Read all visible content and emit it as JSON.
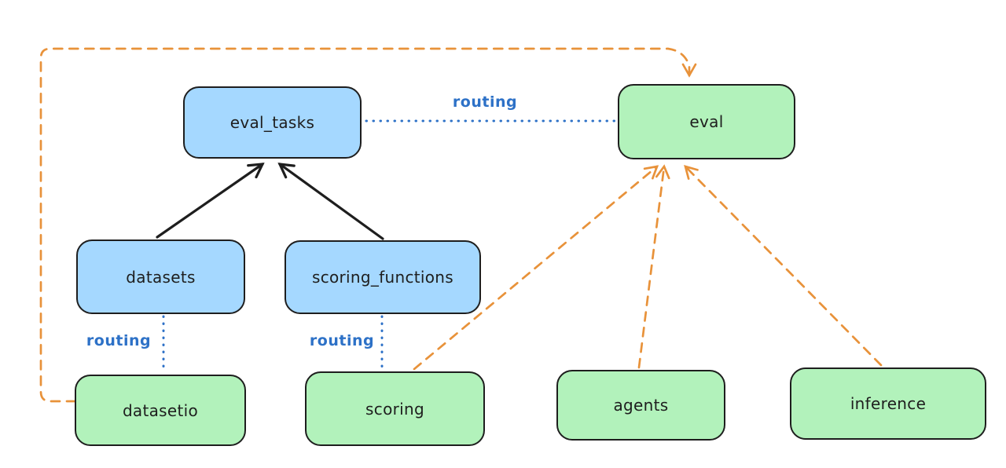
{
  "diagram": {
    "type": "architecture-diagram",
    "nodes": [
      {
        "id": "eval_tasks",
        "label": "eval_tasks",
        "color": "blue"
      },
      {
        "id": "eval",
        "label": "eval",
        "color": "green"
      },
      {
        "id": "datasets",
        "label": "datasets",
        "color": "blue"
      },
      {
        "id": "scoring_functions",
        "label": "scoring_functions",
        "color": "blue"
      },
      {
        "id": "datasetio",
        "label": "datasetio",
        "color": "green"
      },
      {
        "id": "scoring",
        "label": "scoring",
        "color": "green"
      },
      {
        "id": "agents",
        "label": "agents",
        "color": "green"
      },
      {
        "id": "inference",
        "label": "inference",
        "color": "green"
      }
    ],
    "edges": [
      {
        "from": "datasets",
        "to": "eval_tasks",
        "style": "solid-black-arrow"
      },
      {
        "from": "scoring_functions",
        "to": "eval_tasks",
        "style": "solid-black-arrow"
      },
      {
        "from": "eval_tasks",
        "to": "eval",
        "style": "dotted-blue",
        "label": "routing"
      },
      {
        "from": "datasets",
        "to": "datasetio",
        "style": "dotted-blue",
        "label": "routing"
      },
      {
        "from": "scoring_functions",
        "to": "scoring",
        "style": "dotted-blue",
        "label": "routing"
      },
      {
        "from": "datasetio",
        "to": "eval",
        "style": "dashed-orange-arrow"
      },
      {
        "from": "scoring",
        "to": "eval",
        "style": "dashed-orange-arrow"
      },
      {
        "from": "agents",
        "to": "eval",
        "style": "dashed-orange-arrow"
      },
      {
        "from": "inference",
        "to": "eval",
        "style": "dashed-orange-arrow"
      }
    ],
    "colors": {
      "node_blue_fill": "#a5d8ff",
      "node_green_fill": "#b2f2bb",
      "node_stroke": "#1e1e1e",
      "routing_blue": "#2d71c7",
      "arrow_orange": "#e8923a",
      "arrow_black": "#1e1e1e",
      "background": "#ffffff"
    }
  }
}
